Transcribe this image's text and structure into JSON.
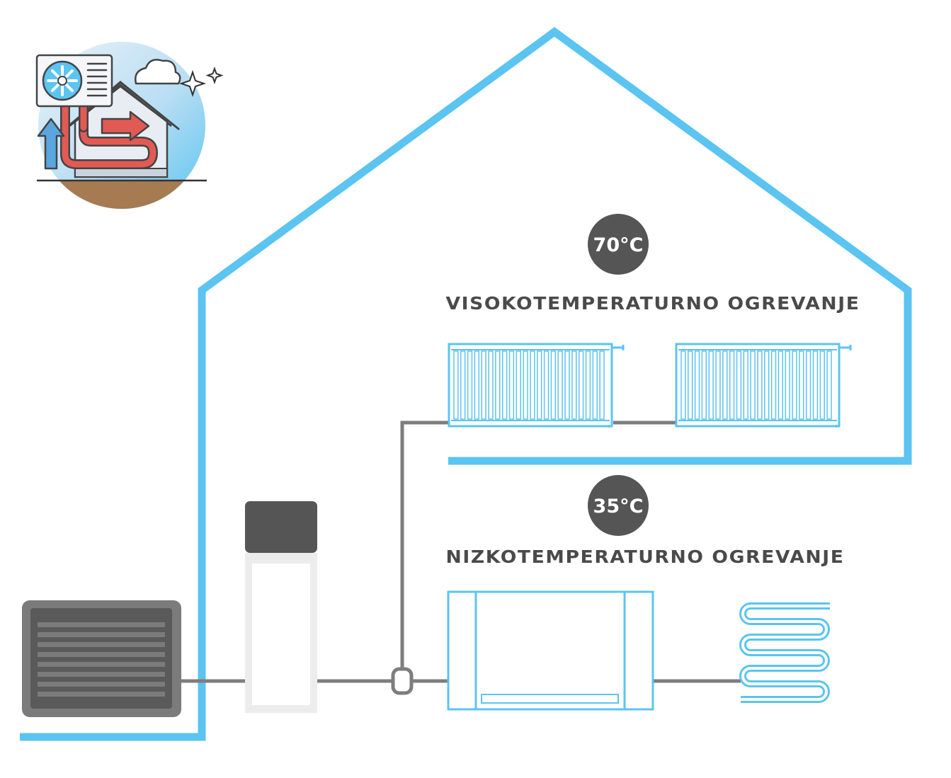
{
  "high_temp": {
    "badge": "70°C",
    "label": "VISOKOTEMPERATURNO OGREVANJE"
  },
  "low_temp": {
    "badge": "35°C",
    "label": "NIZKOTEMPERATURNO OGREVANJE"
  },
  "colors": {
    "house_outline": "#5bc4f1",
    "pipe": "#7d7d7d",
    "badge_fill": "#555555",
    "label": "#4a4a4a",
    "outdoor_unit": "#7b7b7b",
    "outdoor_unit_frame": "#5a5a5a",
    "tank_top": "#555555",
    "tank_body": "#ececec",
    "heater_outline": "#5bc4f1",
    "icon_circle_top": "#5bc4f1",
    "icon_circle_bottom": "#e7eff7",
    "icon_ground": "#a67b52",
    "icon_arrow": "#e25a54"
  },
  "icons": {
    "badge": "heat-pump-house-icon",
    "outdoor_unit": "outdoor-unit-icon",
    "storage_tank": "storage-tank-icon",
    "radiator": "radiator-icon",
    "fan_coil": "fan-coil-icon",
    "floor_heating": "floor-heating-coil-icon"
  }
}
